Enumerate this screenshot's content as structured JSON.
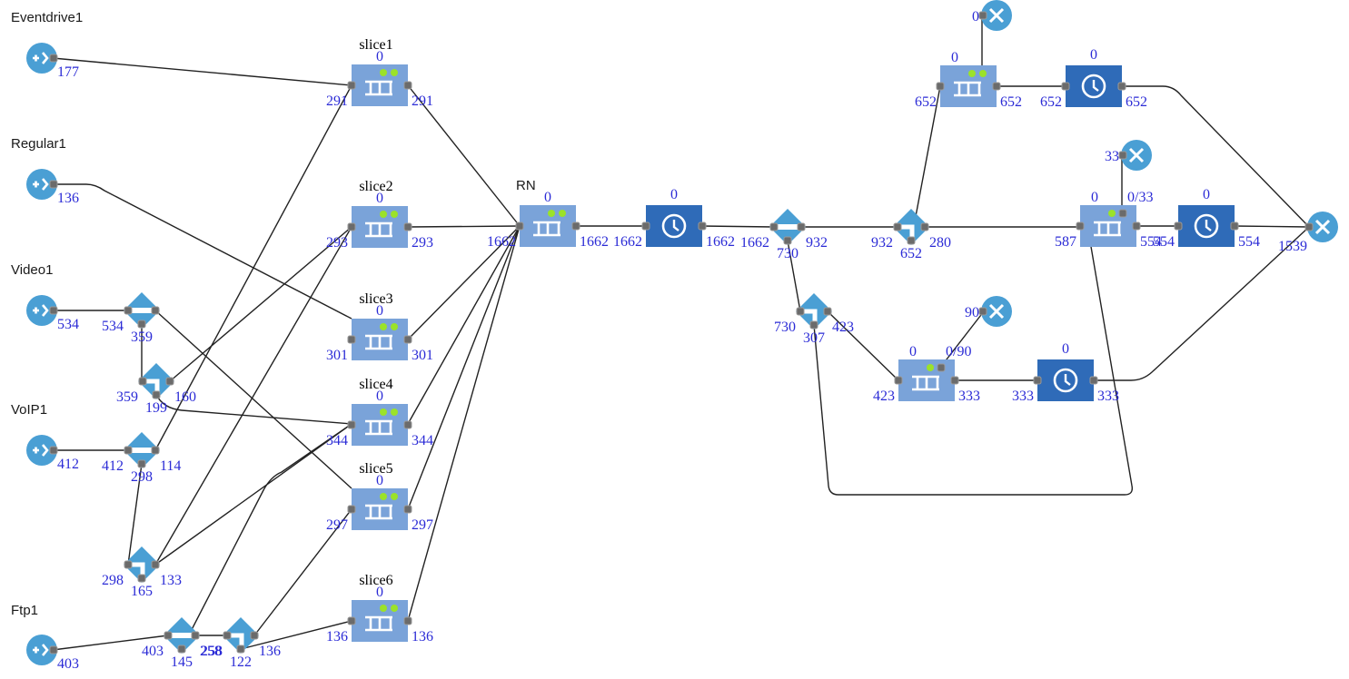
{
  "colors": {
    "source": "#4a9fd4",
    "queue": "#7aa3d9",
    "delay": "#2f6bb8",
    "decision": "#4a9fd4",
    "sink": "#4a9fd4",
    "led": "#9be22a",
    "number": "#2b2bd6",
    "wire": "#222222",
    "port": "#6b6b6b"
  },
  "sources": [
    {
      "id": "eventdrive1",
      "title": "Eventdrive1",
      "out": "177",
      "icon": "source-arrow-icon"
    },
    {
      "id": "regular1",
      "title": "Regular1",
      "out": "136",
      "icon": "source-arrow-icon"
    },
    {
      "id": "video1",
      "title": "Video1",
      "out": "534",
      "icon": "source-arrow-icon"
    },
    {
      "id": "voip1",
      "title": "VoIP1",
      "out": "412",
      "icon": "source-arrow-icon"
    },
    {
      "id": "ftp1",
      "title": "Ftp1",
      "out": "403",
      "icon": "source-arrow-icon"
    }
  ],
  "splitters": [
    {
      "id": "video-split",
      "kind": "select-output",
      "in": "534",
      "out_right": "",
      "out_bottom": "359"
    },
    {
      "id": "video-split2",
      "kind": "select-output-corner",
      "in": "359",
      "out_right": "160",
      "out_bottom": "199"
    },
    {
      "id": "voip-split",
      "kind": "select-output",
      "in": "412",
      "out_right": "114",
      "out_bottom": "298"
    },
    {
      "id": "voip-split2",
      "kind": "select-output-corner",
      "in": "298",
      "out_right": "133",
      "out_bottom": "165"
    },
    {
      "id": "ftp-split",
      "kind": "select-output",
      "in": "403",
      "out_right": "258",
      "out_bottom": "145"
    },
    {
      "id": "ftp-split2",
      "kind": "select-output-corner",
      "in": "258",
      "out_right": "136",
      "out_bottom": "122"
    },
    {
      "id": "rn-split",
      "kind": "select-output",
      "in": "1662",
      "out_right": "932",
      "out_bottom": "730"
    },
    {
      "id": "rn-split2",
      "kind": "select-output-corner",
      "in": "932",
      "out_right": "280",
      "out_bottom": "652"
    },
    {
      "id": "lower-split",
      "kind": "select-output-corner",
      "in": "730",
      "out_right": "423",
      "out_bottom": "307"
    }
  ],
  "queues": [
    {
      "id": "slice1",
      "title": "slice1",
      "count": "0",
      "in": "291",
      "out": "291"
    },
    {
      "id": "slice2",
      "title": "slice2",
      "count": "0",
      "in": "293",
      "out": "293"
    },
    {
      "id": "slice3",
      "title": "slice3",
      "count": "0",
      "in": "301",
      "out": "301"
    },
    {
      "id": "slice4",
      "title": "slice4",
      "count": "0",
      "in": "344",
      "out": "344"
    },
    {
      "id": "slice5",
      "title": "slice5",
      "count": "0",
      "in": "297",
      "out": "297"
    },
    {
      "id": "slice6",
      "title": "slice6",
      "count": "0",
      "in": "136",
      "out": "136"
    },
    {
      "id": "rn",
      "title": "RN",
      "count": "0",
      "in": "1662",
      "out": "1662"
    },
    {
      "id": "q-top",
      "title": "",
      "count": "0",
      "in": "652",
      "out": "652",
      "timeout": ""
    },
    {
      "id": "q-mid",
      "title": "",
      "count": "0",
      "in": "587",
      "out": "554",
      "timeout": "0/33"
    },
    {
      "id": "q-low",
      "title": "",
      "count": "0",
      "in": "423",
      "out": "333",
      "timeout": "0/90"
    }
  ],
  "delays": [
    {
      "id": "delay-rn",
      "count": "0",
      "in": "1662",
      "out": "1662",
      "icon": "clock-icon"
    },
    {
      "id": "delay-top",
      "count": "0",
      "in": "652",
      "out": "652",
      "icon": "clock-icon"
    },
    {
      "id": "delay-mid",
      "count": "0",
      "in": "554",
      "out": "554",
      "icon": "clock-icon"
    },
    {
      "id": "delay-low",
      "count": "0",
      "in": "333",
      "out": "333",
      "icon": "clock-icon"
    }
  ],
  "sinks": [
    {
      "id": "sink-top",
      "in": "0",
      "icon": "close-x-icon"
    },
    {
      "id": "sink-mid",
      "in": "33",
      "icon": "close-x-icon"
    },
    {
      "id": "sink-low",
      "in": "90",
      "icon": "close-x-icon"
    },
    {
      "id": "sink-final",
      "in": "1539",
      "icon": "close-x-icon"
    }
  ]
}
